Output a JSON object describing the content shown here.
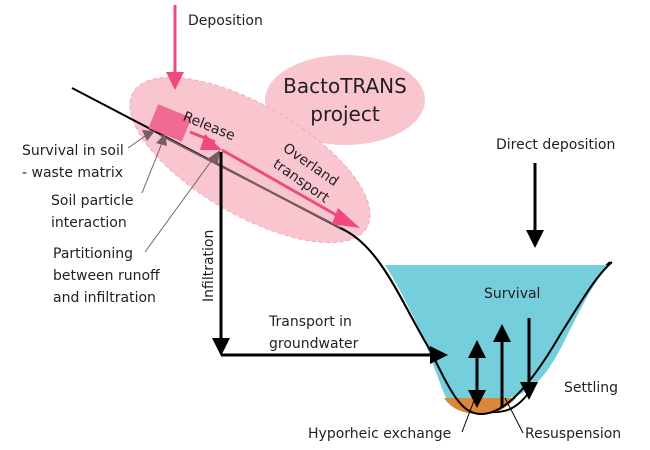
{
  "title": "BactoTRANS project",
  "title_lines": [
    "BactoTRANS",
    "project"
  ],
  "colors": {
    "pink_zone": "#f9c6cf",
    "pink_arrow": "#ee4b7c",
    "pink_box": "#f06b93",
    "water": "#74cedb",
    "sediment": "#d9883a",
    "pointer": "#7a5c63",
    "line": "#000000"
  },
  "labels": {
    "deposition": "Deposition",
    "release": "Release",
    "overland_1": "Overland",
    "overland_2": "transport",
    "survival_soil_1": "Survival in soil",
    "survival_soil_2": "- waste matrix",
    "soil_particle_1": "Soil particle",
    "soil_particle_2": "interaction",
    "partitioning_1": "Partitioning",
    "partitioning_2": "between runoff",
    "partitioning_3": "and infiltration",
    "infiltration": "Infiltration",
    "groundwater_1": "Transport in",
    "groundwater_2": "groundwater",
    "direct_deposition": "Direct deposition",
    "survival": "Survival",
    "settling": "Settling",
    "hyporheic": "Hyporheic exchange",
    "resuspension": "Resuspension"
  }
}
